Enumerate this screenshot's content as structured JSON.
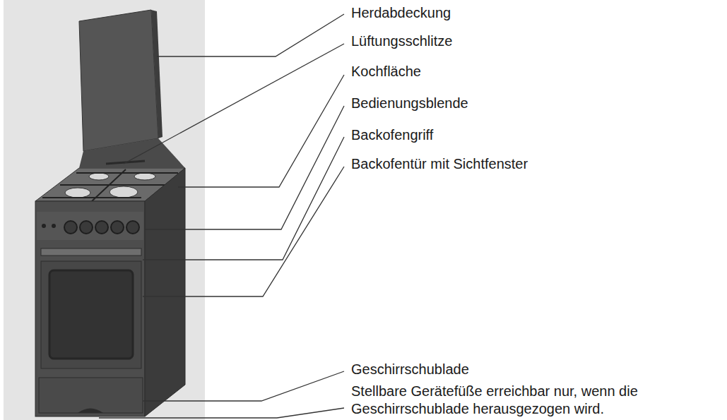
{
  "diagram": {
    "labels": [
      "Herdabdeckung",
      "Lüftungsschlitze",
      "Kochfläche",
      "Bedienungsblende",
      "Backofengriff",
      "Backofentür mit Sichtfenster",
      "Geschirrschublade",
      "Stellbare Gerätefüße erreichbar nur, wenn die Geschirrschublade herausgezogen wird."
    ]
  }
}
